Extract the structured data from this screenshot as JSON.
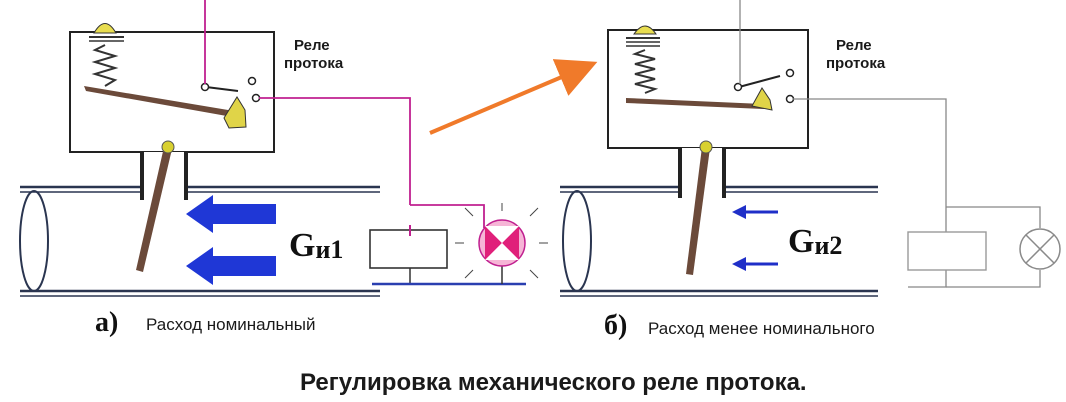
{
  "panel_a": {
    "relay_label_line1": "Реле",
    "relay_label_line2": "протока",
    "flow_label_main": "G",
    "flow_label_sub": "и1",
    "caption_letter": "а)",
    "caption_text": "Расход номинальный"
  },
  "panel_b": {
    "relay_label_line1": "Реле",
    "relay_label_line2": "протока",
    "flow_label_main": "G",
    "flow_label_sub": "и2",
    "caption_letter": "б)",
    "caption_text": "Расход менее номинального"
  },
  "title": "Регулировка механического реле протока.",
  "colors": {
    "wire_active": "#c02090",
    "lamp_on": "#e0207a",
    "flow_arrow_strong": "#1f37d6",
    "flow_arrow_weak": "#1f2fc8",
    "pointer_arrow": "#f07a2a",
    "paddle": "#6b4a3a",
    "pivot": "#d8d030",
    "wire_idle": "#888888"
  }
}
